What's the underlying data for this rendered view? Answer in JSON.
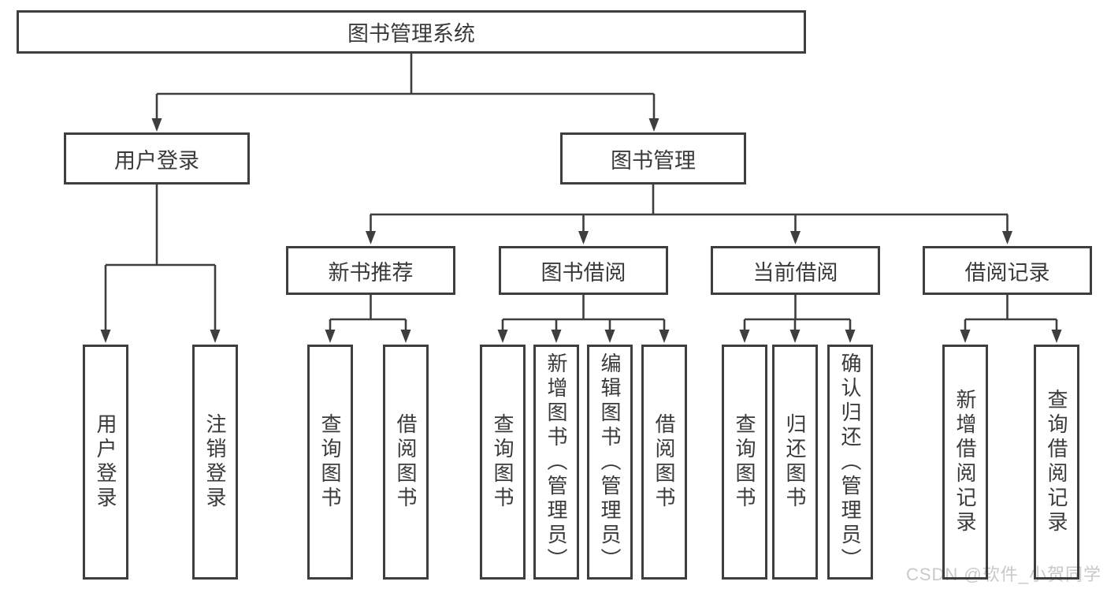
{
  "diagram": {
    "title": "图书管理系统",
    "branches": [
      {
        "label": "用户登录",
        "children": [
          {
            "label": "用户登录"
          },
          {
            "label": "注销登录"
          }
        ]
      },
      {
        "label": "图书管理",
        "children": [
          {
            "label": "新书推荐",
            "children": [
              {
                "label": "查询图书"
              },
              {
                "label": "借阅图书"
              }
            ]
          },
          {
            "label": "图书借阅",
            "children": [
              {
                "label": "查询图书"
              },
              {
                "label": "新增图书（管理员）"
              },
              {
                "label": "编辑图书（管理员）"
              },
              {
                "label": "借阅图书"
              }
            ]
          },
          {
            "label": "当前借阅",
            "children": [
              {
                "label": "查询图书"
              },
              {
                "label": "归还图书"
              },
              {
                "label": "确认归还（管理员）"
              }
            ]
          },
          {
            "label": "借阅记录",
            "children": [
              {
                "label": "新增借阅记录"
              },
              {
                "label": "查询借阅记录"
              }
            ]
          }
        ]
      }
    ]
  },
  "watermark": {
    "text": "CSDN @软件_小贺同学"
  },
  "colors": {
    "line": "#3e3e3e",
    "text": "#3a3a3a",
    "background": "#ffffff",
    "watermark": "#c9c9c9"
  }
}
